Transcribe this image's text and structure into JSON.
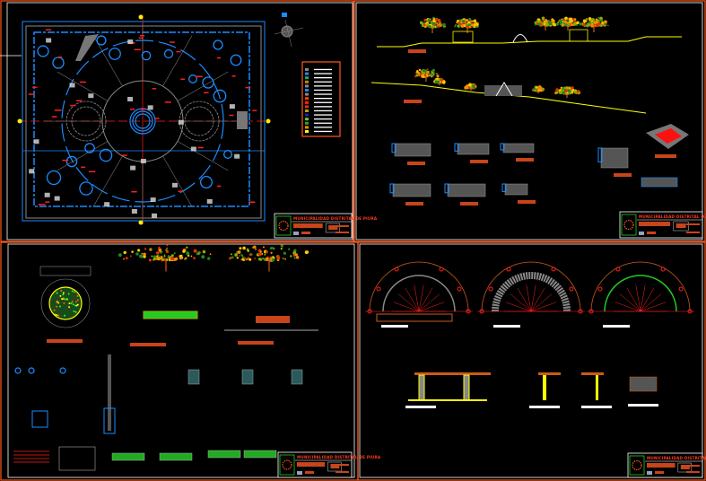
{
  "sheets": [
    {
      "name": "plan-general",
      "title_block": {
        "title": "MUNICIPALIDAD DISTRITAL DE PIURA"
      }
    },
    {
      "name": "elevaciones-detalles",
      "title_block": {
        "title": "MUNICIPALIDAD DISTRITAL DE PIURA"
      }
    },
    {
      "name": "detalles-arborizacion",
      "title_block": {
        "title": "MUNICIPALIDAD DISTRITAL DE PIURA"
      }
    },
    {
      "name": "detalles-glorieta",
      "title_block": {
        "title": "MUNICIPALIDAD DISTRITAL DE PIURA"
      }
    }
  ],
  "colors": {
    "background": "#000000",
    "sheet_border": "#ffffff",
    "sheet_outer": "#ff5a1f",
    "plan_blue": "#1a8cff",
    "plan_gray": "#8a8a8a",
    "accent_red": "#ff2020",
    "ground_yellow": "#ffff00",
    "legend_orange": "#ff5a1f"
  }
}
